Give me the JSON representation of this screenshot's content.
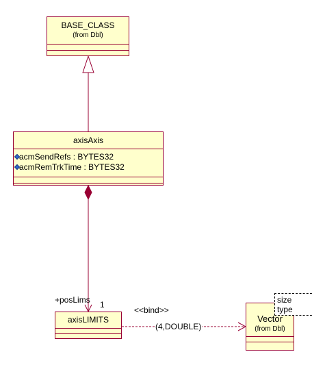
{
  "classes": {
    "base": {
      "name": "BASE_CLASS",
      "package": "(from Dbl)"
    },
    "axis": {
      "name": "axisAxis",
      "attributes": [
        "acmSendRefs : BYTES32",
        "acmRemTrkTime : BYTES32"
      ]
    },
    "limits": {
      "name": "axisLIMITS"
    },
    "vector": {
      "name": "Vector",
      "package": "(from Dbl)",
      "template_params": [
        "size",
        "type"
      ]
    }
  },
  "relations": {
    "role_name": "+posLims",
    "multiplicity": "1",
    "bind_stereotype": "<<bind>>",
    "bind_args": "(4,DOUBLE)"
  },
  "colors": {
    "class_fill": "#ffffcc",
    "class_border": "#990033",
    "line": "#990033",
    "attribute_icon": "#3366cc"
  }
}
